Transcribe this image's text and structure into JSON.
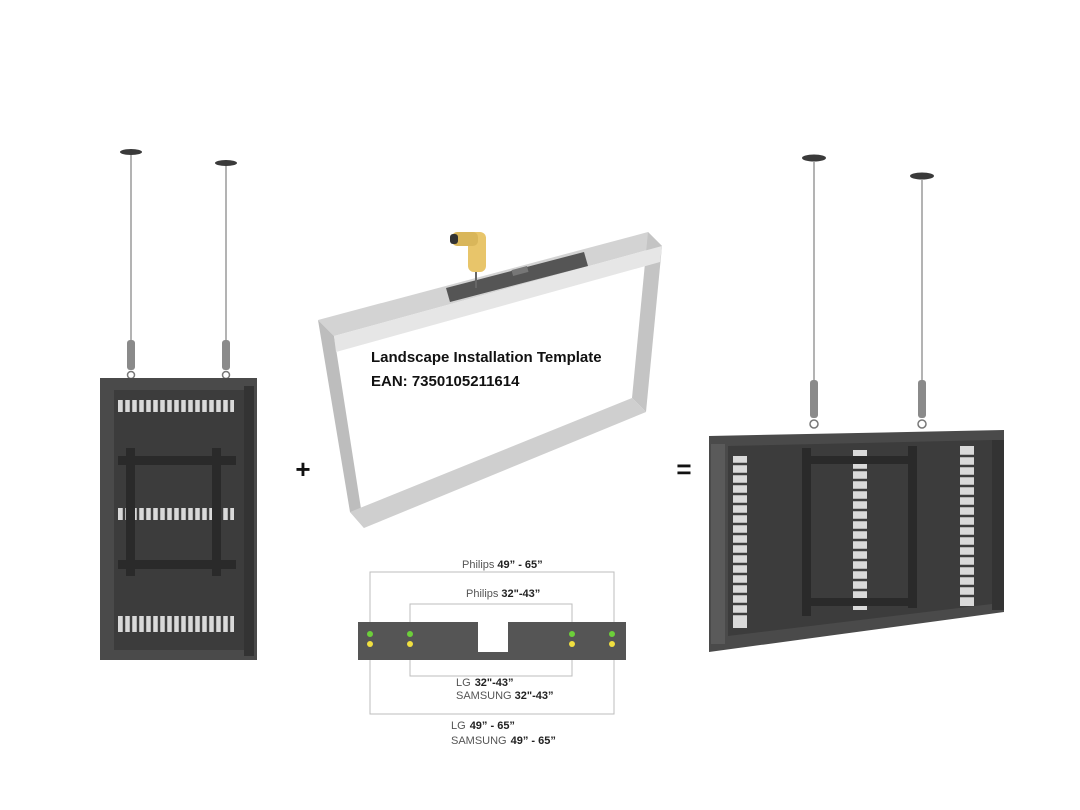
{
  "template": {
    "title": "Landscape Installation Template",
    "ean": "EAN: 7350105211614"
  },
  "operators": {
    "plus": "+",
    "equals": "="
  },
  "dimensions": {
    "top_outer": {
      "brand": "Philips",
      "size": "49” - 65”"
    },
    "top_inner": {
      "brand": "Philips",
      "size": "32\"-43”"
    },
    "bottom_inner": [
      {
        "brand": "LG",
        "size": "32\"-43”"
      },
      {
        "brand": "SAMSUNG",
        "size": "32\"-43”"
      }
    ],
    "bottom_outer": [
      {
        "brand": "LG",
        "size": "49” - 65”"
      },
      {
        "brand": "SAMSUNG",
        "size": "49” - 65”"
      }
    ]
  },
  "colors": {
    "enclosure": "#4a4a4a",
    "enclosure_dark": "#2f2f2f",
    "template_frame": "#c8c8c8",
    "bracket": "#555555",
    "drill": "#e8c56a",
    "hole_green": "#6ccf3a",
    "hole_yellow": "#f0e040",
    "guide_line": "#bdbdbd"
  }
}
